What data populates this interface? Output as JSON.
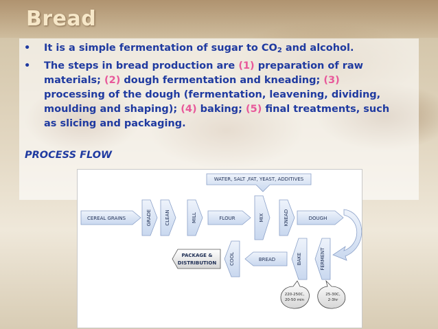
{
  "slide": {
    "title": "Bread",
    "bullet1": {
      "text_a": "It is a simple fermentation of sugar to CO",
      "sub": "2",
      "text_b": " and alcohol."
    },
    "bullet2": {
      "intro": "The steps in bread production are ",
      "n1": "(1)",
      "s1": " preparation of raw materials; ",
      "n2": "(2)",
      "s2": " dough fermentation and kneading; ",
      "n3": "(3)",
      "s3": " processing of the dough (fermentation, leavening, dividing, moulding and shaping); ",
      "n4": "(4)",
      "s4": " baking; ",
      "n5": "(5)",
      "s5": " final treatments, such as slicing and packaging."
    },
    "process_heading": "PROCESS FLOW"
  },
  "flow": {
    "inputs": "WATER, SALT ,FAT, YEAST, ADDITIVES",
    "cereal": "CEREAL GRAINS",
    "grade": "GRADE",
    "clean": "CLEAN",
    "mill": "MILL",
    "flour": "FLOUR",
    "mix": "MIX",
    "knead": "KNEAD",
    "dough": "DOUGH",
    "ferment": "FERMENT",
    "bake": "BAKE",
    "bread": "BREAD",
    "cool": "COOL",
    "package_l1": "PACKAGE &",
    "package_l2": "DISTRIBUTION",
    "bake_cond_l1": "220-250C,",
    "bake_cond_l2": "20-50 min",
    "ferment_cond_l1": "25-30C,",
    "ferment_cond_l2": "2-3hr"
  },
  "colors": {
    "bullet_text": "#1f3aa0",
    "highlight": "#e8589a",
    "title": "#f6e7c8",
    "arrow_fill": "#d7e3f4",
    "arrow_stroke": "#8aa0c8"
  }
}
